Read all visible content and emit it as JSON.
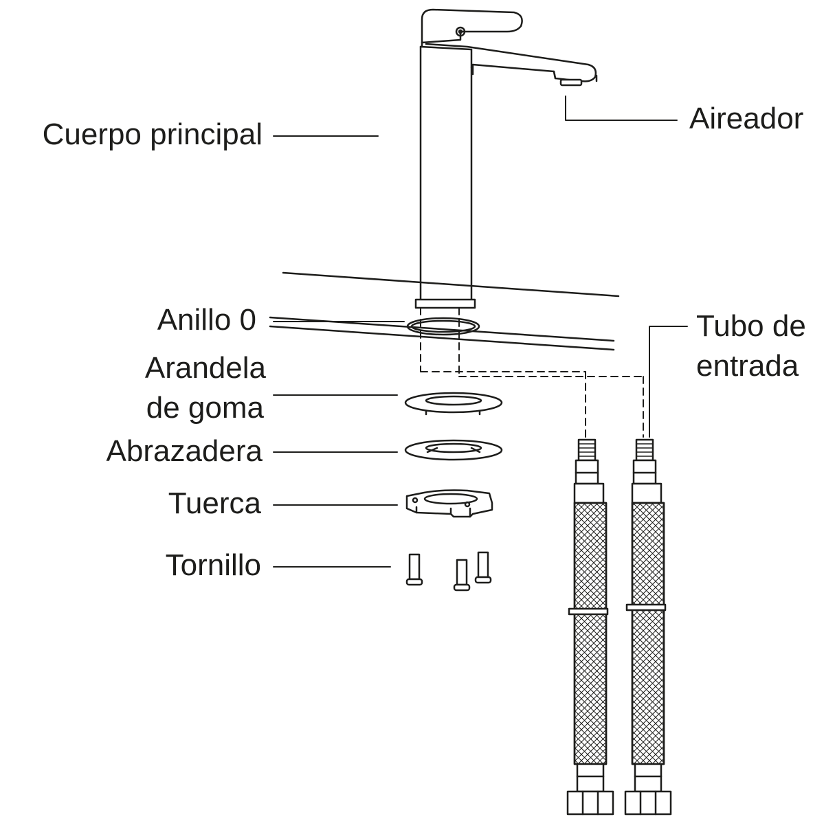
{
  "labels": {
    "cuerpo": "Cuerpo principal",
    "aireador": "Aireador",
    "anillo": "Anillo 0",
    "arandela_1": "Arandela",
    "arandela_2": "de goma",
    "abrazadera": "Abrazadera",
    "tuerca": "Tuerca",
    "tornillo": "Tornillo",
    "tubo_1": "Tubo de",
    "tubo_2": "entrada"
  },
  "colors": {
    "ink": "#1d1d1b",
    "background": "#ffffff"
  }
}
